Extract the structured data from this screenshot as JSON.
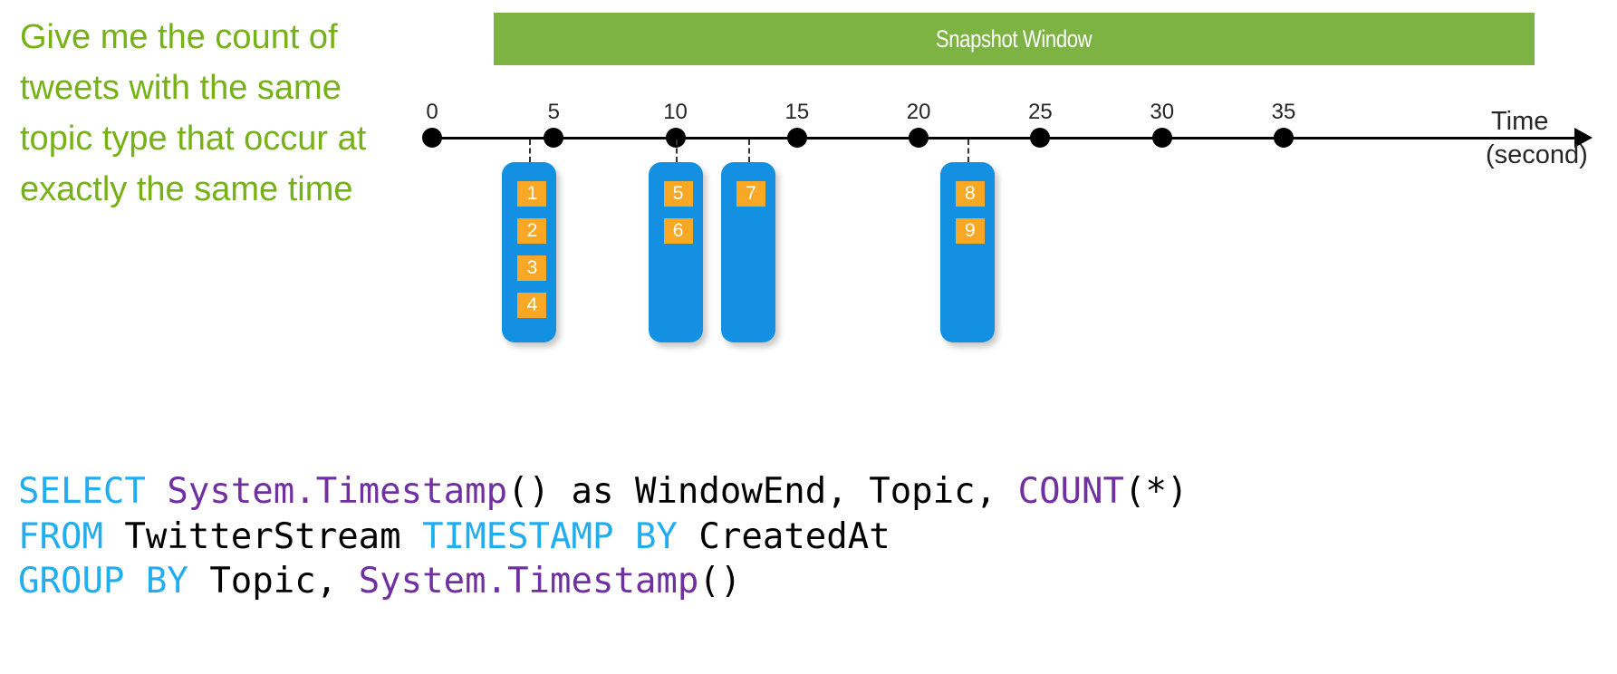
{
  "prompt": {
    "text": "Give me the count of tweets with the same topic type that occur at exactly the same time",
    "color": "#76B117"
  },
  "snapshot_window": {
    "label": "Snapshot Window",
    "bar_color": "#7CB342",
    "text_color": "#FFFFFF"
  },
  "timeline": {
    "axis_label_line1": "Time",
    "axis_label_line2": "(second)",
    "ticks": [
      {
        "label": "0",
        "value": 0
      },
      {
        "label": "5",
        "value": 5
      },
      {
        "label": "10",
        "value": 10
      },
      {
        "label": "15",
        "value": 15
      },
      {
        "label": "20",
        "value": 20
      },
      {
        "label": "25",
        "value": 25
      },
      {
        "label": "30",
        "value": 30
      },
      {
        "label": "35",
        "value": 35
      }
    ]
  },
  "event_groups": [
    {
      "group": 1,
      "time": 4,
      "events": [
        "1",
        "2",
        "3",
        "4"
      ]
    },
    {
      "group": 2,
      "time": 10,
      "events": [
        "5",
        "6"
      ]
    },
    {
      "group": 3,
      "time": 13,
      "events": [
        "7"
      ]
    },
    {
      "group": 4,
      "time": 22,
      "events": [
        "8",
        "9"
      ]
    }
  ],
  "colors": {
    "card": "#1490E3",
    "event_box": "#F9A825",
    "event_text": "#FFFFFF",
    "axis": "#000000"
  },
  "sql": {
    "lines": [
      [
        {
          "t": "SELECT ",
          "c": "kw"
        },
        {
          "t": "System.Timestamp",
          "c": "fn"
        },
        {
          "t": "() as WindowEnd, Topic, ",
          "c": "plain"
        },
        {
          "t": "COUNT",
          "c": "fn"
        },
        {
          "t": "(*)",
          "c": "plain"
        }
      ],
      [
        {
          "t": "FROM ",
          "c": "kw"
        },
        {
          "t": "TwitterStream ",
          "c": "plain"
        },
        {
          "t": "TIMESTAMP BY ",
          "c": "kw"
        },
        {
          "t": "CreatedAt",
          "c": "plain"
        }
      ],
      [
        {
          "t": "GROUP BY ",
          "c": "kw"
        },
        {
          "t": "Topic, ",
          "c": "plain"
        },
        {
          "t": "System.Timestamp",
          "c": "fn"
        },
        {
          "t": "()",
          "c": "plain"
        }
      ]
    ],
    "keyword_color": "#22AEEE",
    "function_color": "#7030A0",
    "plain_color": "#000000"
  }
}
